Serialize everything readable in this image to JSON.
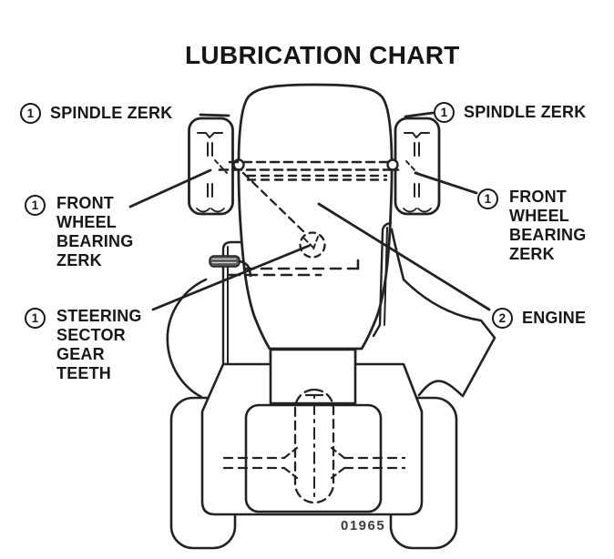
{
  "title": "LUBRICATION CHART",
  "figure_number": "01965",
  "ink_color": "#222222",
  "callouts": {
    "spindle_left": {
      "number": "1",
      "label": "SPINDLE ZERK"
    },
    "spindle_right": {
      "number": "1",
      "label": "SPINDLE ZERK"
    },
    "front_wheel_bearing_left": {
      "number": "1",
      "line1": "FRONT",
      "line2": "WHEEL",
      "line3": "BEARING",
      "line4": "ZERK"
    },
    "front_wheel_bearing_right": {
      "number": "1",
      "line1": "FRONT",
      "line2": "WHEEL",
      "line3": "BEARING",
      "line4": "ZERK"
    },
    "steering_sector": {
      "number": "1",
      "line1": "STEERING",
      "line2": "SECTOR",
      "line3": "GEAR",
      "line4": "TEETH"
    },
    "engine": {
      "number": "2",
      "label": "ENGINE"
    }
  }
}
